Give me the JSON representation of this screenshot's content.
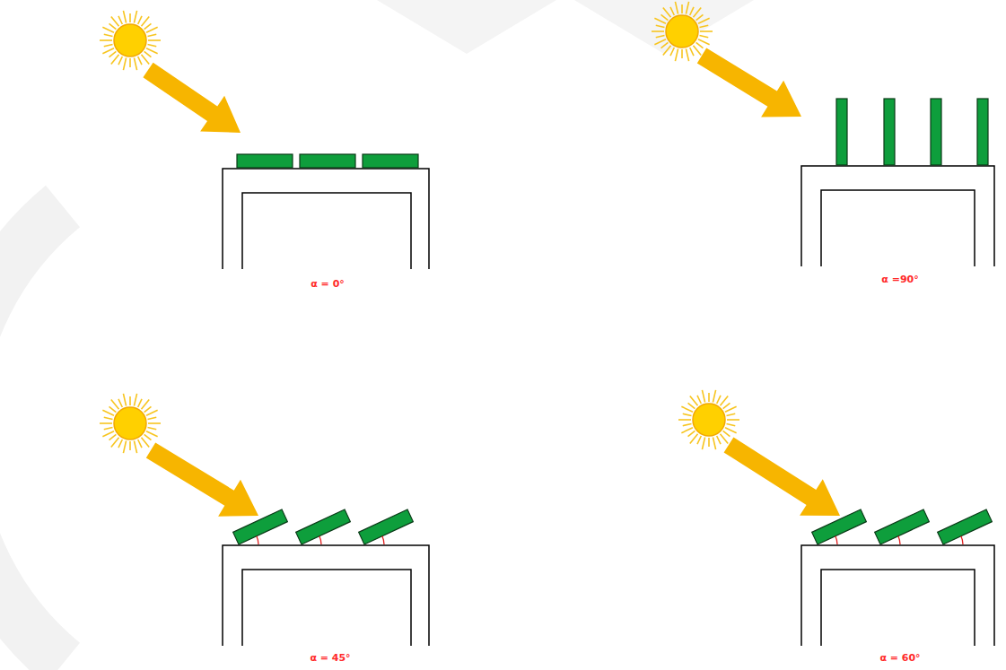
{
  "diagram": {
    "labels": [
      "α = 0°",
      "α =90°",
      "α = 45°",
      "α = 60°"
    ]
  }
}
